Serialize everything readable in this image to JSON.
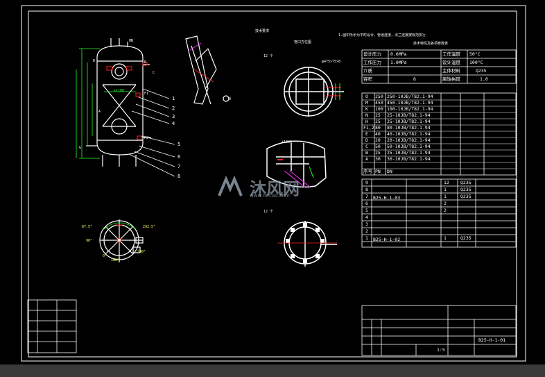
{
  "notes": {
    "header": "技术要求",
    "line1": "1.图中所示为平时设计，管道连接，法兰连接按规范执行"
  },
  "top_section_label": "管口方位图",
  "top_right_title": "技术特性及各项参数表",
  "spec_table": {
    "rows": [
      {
        "k1": "设计压力",
        "v1": "0.6MPa",
        "k2": "工作温度",
        "v2": "50°C"
      },
      {
        "k1": "工作压力",
        "v1": "1.0MPa",
        "k2": "设计温度",
        "v2": "100°C"
      },
      {
        "k1": "介质",
        "v1": "",
        "k2": "主体材料",
        "v2": "Q235"
      },
      {
        "k1": "容积",
        "v1": "6",
        "k2": "腐蚀裕度",
        "v2": "1.0"
      }
    ]
  },
  "nozzle_table": {
    "rows": [
      {
        "id": "O",
        "dn": "250",
        "std": "250-10JB/T82.1-94"
      },
      {
        "id": "M",
        "dn": "450",
        "std": "450-10JB/T82.1-94"
      },
      {
        "id": "K",
        "dn": "100",
        "std": "100-10JB/T82.1-94"
      },
      {
        "id": "N",
        "dn": "25",
        "std": "25-10JB/T82.1-94"
      },
      {
        "id": "H",
        "dn": "25",
        "std": "25-10JB/T82.1-94"
      },
      {
        "id": "F1,2",
        "dn": "80",
        "std": "80-10JB/T82.1-94"
      },
      {
        "id": "E",
        "dn": "40",
        "std": "40-10JB/T82.1-94"
      },
      {
        "id": "D",
        "dn": "20",
        "std": "20-10JB/T82.1-94"
      },
      {
        "id": "C",
        "dn": "50",
        "std": "50-10JB/T82.1-94"
      },
      {
        "id": "B",
        "dn": "25",
        "std": "25-10JB/T82.1-94"
      },
      {
        "id": "A",
        "dn": "30",
        "std": "30-10JB/T82.1-94"
      }
    ],
    "footer": {
      "id": "序号",
      "dn": "PN",
      "std": "DN"
    }
  },
  "parts_table": {
    "rows": [
      {
        "n": "9",
        "code": "",
        "qty": "12",
        "mat": "Q235"
      },
      {
        "n": "8",
        "code": "",
        "qty": "1",
        "mat": "Q235"
      },
      {
        "n": "7",
        "code": "B25-H-1-03",
        "qty": "1",
        "mat": "Q235"
      },
      {
        "n": "6",
        "code": "",
        "qty": "2",
        "mat": ""
      },
      {
        "n": "5",
        "code": "",
        "qty": "2",
        "mat": ""
      },
      {
        "n": "4",
        "code": "",
        "qty": "",
        "mat": ""
      },
      {
        "n": "3",
        "code": "",
        "qty": "",
        "mat": ""
      },
      {
        "n": "2",
        "code": "",
        "qty": "",
        "mat": ""
      },
      {
        "n": "1",
        "code": "B25-H-1-02",
        "qty": "1",
        "mat": "Q235"
      }
    ]
  },
  "title_block": {
    "drawing_no": "B25-H-1-01",
    "scale": "1:5"
  },
  "callouts": {
    "top_view": "12 个",
    "plate_dim": "φ475×75×8",
    "elev": "+1800",
    "bot_view": "12 个",
    "c_label": "C",
    "a_label": "A",
    "e_label": "E",
    "f1": "F1",
    "f2": "F2",
    "g_label": "G",
    "hn": "HN",
    "d_top": "D",
    "o_label": "O",
    "dim_1100": "+1100"
  },
  "leaders": [
    "1",
    "2",
    "3",
    "4",
    "5",
    "6",
    "7",
    "8"
  ],
  "angles": [
    "67.5°",
    "292.5°",
    "90°",
    "180°",
    "240°",
    "0°"
  ],
  "watermark": {
    "brand": "沐风网",
    "url": "www.mfcad.com"
  },
  "colors": {
    "bg": "#000000",
    "line": "#ffffff",
    "accent_red": "#ff2020",
    "accent_green": "#22ff22",
    "accent_yellow": "#ffff33",
    "accent_magenta": "#ff33ff"
  }
}
